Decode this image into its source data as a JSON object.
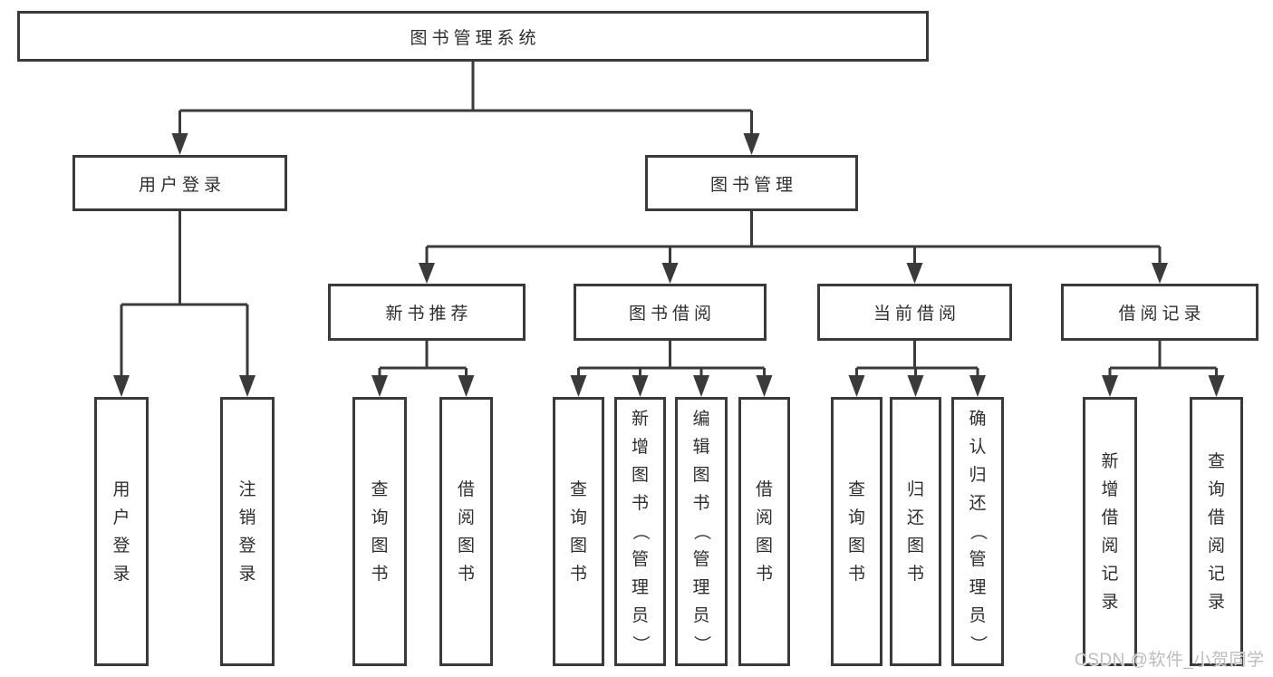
{
  "diagram": {
    "root": {
      "label": "图书管理系统"
    },
    "level2": [
      {
        "label": "用户登录"
      },
      {
        "label": "图书管理"
      }
    ],
    "level3": [
      {
        "label": "新书推荐"
      },
      {
        "label": "图书借阅"
      },
      {
        "label": "当前借阅"
      },
      {
        "label": "借阅记录"
      }
    ],
    "leaves": {
      "user_login": [
        {
          "label": "用户登录"
        },
        {
          "label": "注销登录"
        }
      ],
      "new_book_recommend": [
        {
          "label": "查询图书"
        },
        {
          "label": "借阅图书"
        }
      ],
      "book_borrow": [
        {
          "label": "查询图书"
        },
        {
          "label": "新增图书（管理员）"
        },
        {
          "label": "编辑图书（管理员）"
        },
        {
          "label": "借阅图书"
        }
      ],
      "current_borrow": [
        {
          "label": "查询图书"
        },
        {
          "label": "归还图书"
        },
        {
          "label": "确认归还（管理员）"
        }
      ],
      "borrow_record": [
        {
          "label": "新增借阅记录"
        },
        {
          "label": "查询借阅记录"
        }
      ]
    }
  },
  "watermark": {
    "text": "CSDN @软件_小贺同学"
  },
  "colors": {
    "line": "#3a3a3a",
    "text": "#2e2e2e",
    "watermark": "#bdbdbd",
    "background": "#ffffff"
  }
}
